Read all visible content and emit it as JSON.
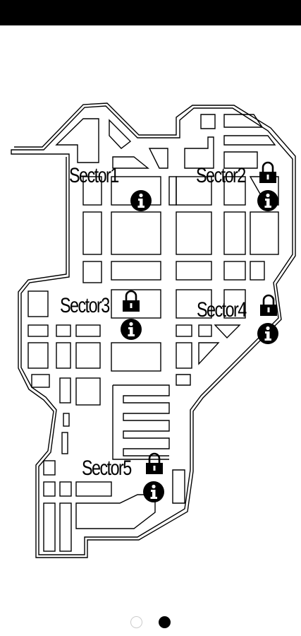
{
  "sectors": [
    {
      "name": "Sector1",
      "locked": false
    },
    {
      "name": "Sector2",
      "locked": true
    },
    {
      "name": "Sector3",
      "locked": true
    },
    {
      "name": "Sector4",
      "locked": true
    },
    {
      "name": "Sector5",
      "locked": true
    }
  ],
  "colors": {
    "ink": "#000000",
    "background": "#ffffff",
    "status_bar": "#000000",
    "dot_inactive_border": "#cccccc"
  },
  "icons": {
    "lock": "padlock-icon",
    "info": "info-icon"
  },
  "pager": {
    "page_count": 2,
    "active_index": 1
  }
}
